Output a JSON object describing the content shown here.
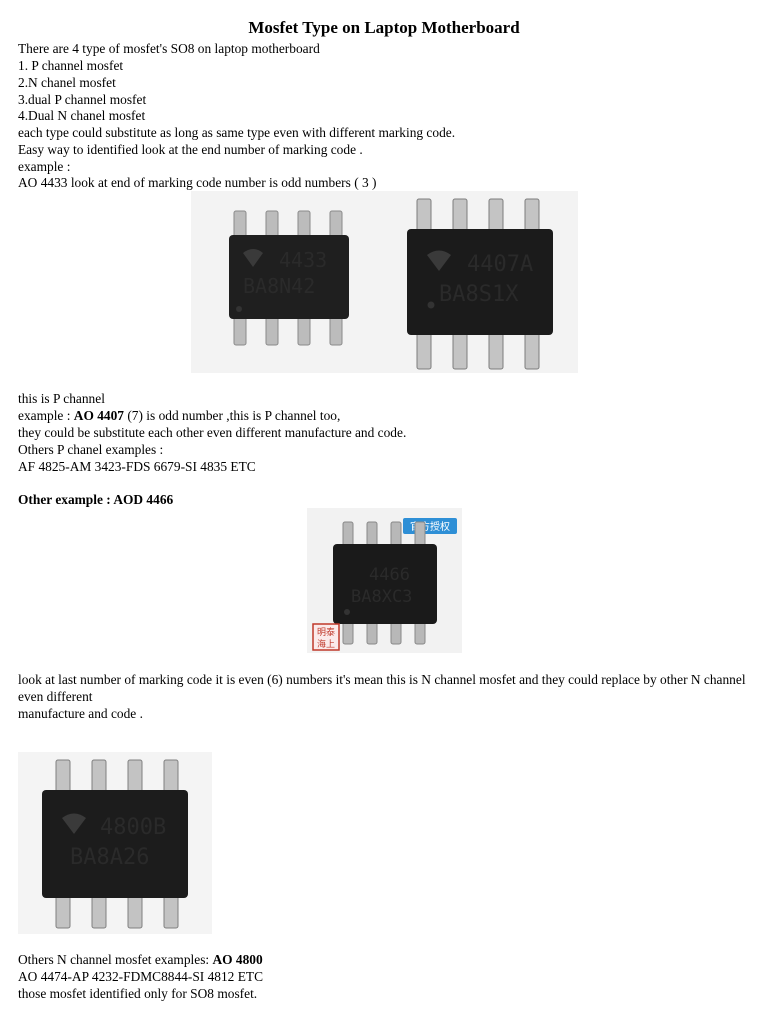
{
  "title": "Mosfet Type on Laptop Motherboard",
  "intro": [
    "There are  4 type of mosfet's SO8 on laptop motherboard",
    "1. P channel mosfet",
    "2.N chanel mosfet",
    "3.dual P channel mosfet",
    "4.Dual N chanel mosfet",
    "each type could substitute as long as same type even with different marking code.",
    "Easy way to identified look at the end number of marking code .",
    "example  :",
    "AO 4433 look at end of marking code number is odd numbers ( 3 )"
  ],
  "image1": {
    "chip1": {
      "line1": "4433",
      "line2": "BA8N42"
    },
    "chip2": {
      "line1": "4407A",
      "line2": "BA8S1X"
    }
  },
  "section2": {
    "l1": "this is P channel",
    "l2_pre": "example   : ",
    "l2_bold": "AO 4407",
    "l2_post": " (7) is odd number ,this is P channel too,",
    "l3": "they could be substitute each other even different manufacture and code.",
    "l4": "Others P chanel examples :",
    "l5": "AF 4825-AM 3423-FDS 6679-SI 4835 ETC",
    "other_example": "Other example : AOD 4466"
  },
  "image2": {
    "badge": "官方授权",
    "stamp_top": "明泰",
    "stamp_bottom": "海上",
    "chip": {
      "line1": "4466",
      "line2": "BA8XC3"
    }
  },
  "section3": {
    "p1": "look at last number of marking code it is even (6) numbers it's mean this is N channel mosfet and they could replace by other N channel even different",
    "p2": "manufacture and code ."
  },
  "image3": {
    "chip": {
      "line1": "4800B",
      "line2": "BA8A26"
    }
  },
  "section4": {
    "l1_pre": " Others N channel mosfet examples: ",
    "l1_bold": "AO 4800",
    "l2": "AO 4474-AP 4232-FDMC8844-SI 4812 ETC",
    "l3": "those mosfet identified only for SO8 mosfet."
  },
  "colors": {
    "chip_body": "#1b1b1b",
    "pin": "#b8b8b8",
    "badge": "#2e8fd6",
    "stamp": "#c0392b"
  }
}
